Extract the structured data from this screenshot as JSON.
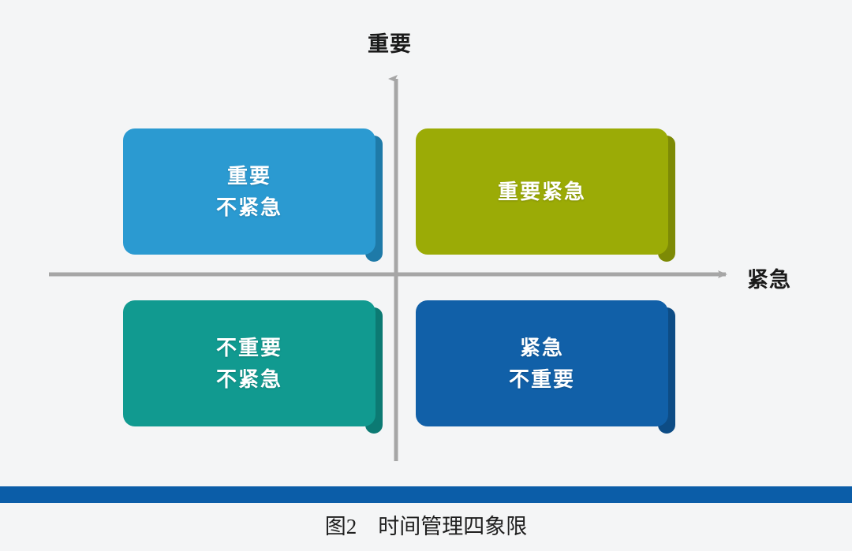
{
  "figure": {
    "background_color": "#f4f5f6",
    "caption": "图2　时间管理四象限"
  },
  "axes": {
    "vertical_label": "重要",
    "horizontal_label": "紧急",
    "line_color": "#a6a6a6"
  },
  "quadrants": [
    {
      "id": "important-not-urgent",
      "position": "top-left",
      "line1": "重要",
      "line2": "不紧急",
      "color": "#2b9ad1",
      "shadow_color": "#1e7aa8"
    },
    {
      "id": "important-urgent",
      "position": "top-right",
      "line1": "重要紧急",
      "line2": "",
      "color": "#9bab06",
      "shadow_color": "#7d8a05"
    },
    {
      "id": "not-important-not-urgent",
      "position": "bottom-left",
      "line1": "不重要",
      "line2": "不紧急",
      "color": "#119a90",
      "shadow_color": "#0c7a73"
    },
    {
      "id": "urgent-not-important",
      "position": "bottom-right",
      "line1": "紧急",
      "line2": "不重要",
      "color": "#1160a8",
      "shadow_color": "#0d4c85"
    }
  ],
  "divider": {
    "color": "#0b5da8"
  }
}
